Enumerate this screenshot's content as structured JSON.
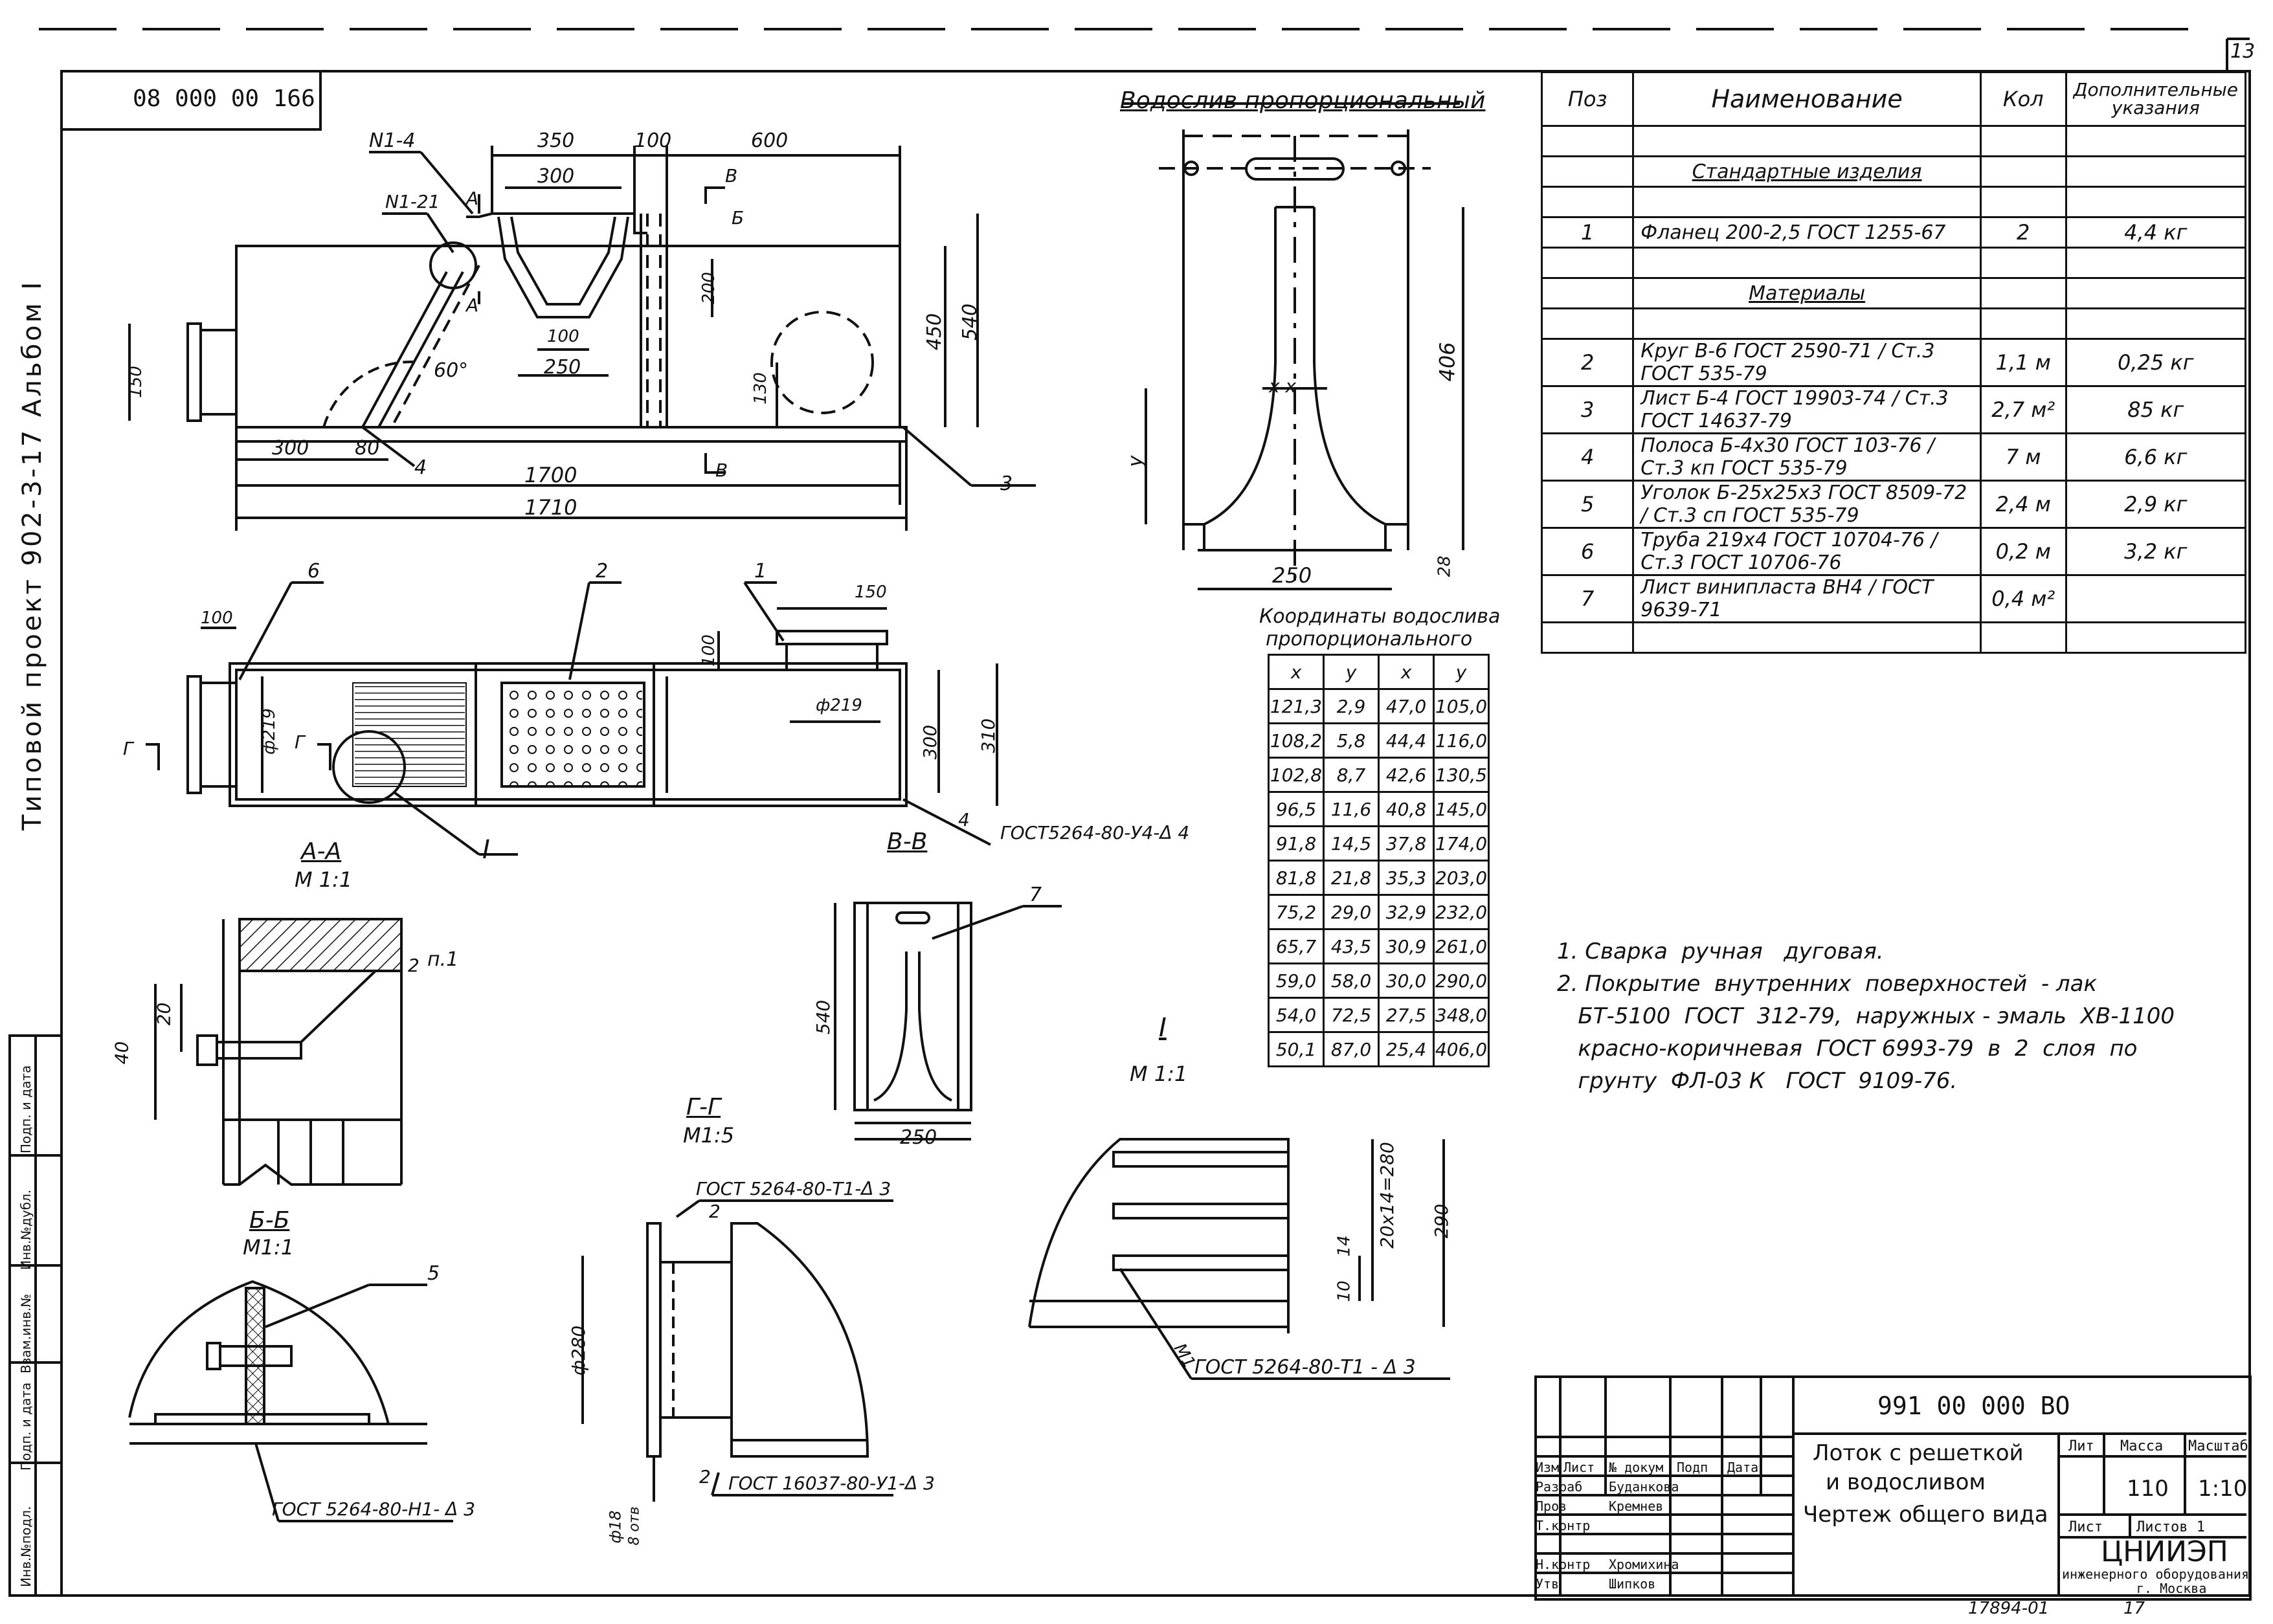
{
  "sheet": {
    "sheet_number": "13",
    "doc_code_top": "08 000 00 166",
    "side_title": "Типовой проект 902-3-17  Альбом I",
    "stamp_columns": [
      "Инв.№подл.",
      "Подп. и дата",
      "Взам.инв.№",
      "Инв.№дубл.",
      "Подп. и дата"
    ],
    "footer_left": "17894-01",
    "footer_right": "17"
  },
  "drawings": {
    "proportional_weir_title": "Водослив пропорциональный",
    "section_aa": "А-А",
    "section_aa_scale": "М 1:1",
    "section_bb": "Б-Б",
    "section_bb_scale": "М1:1",
    "section_vv": "В-В",
    "section_gg": "Г-Г",
    "section_gg_scale": "М1:5",
    "detail_i": "I",
    "detail_i_scale": "М 1:1",
    "coords_title_line1": "Координаты водослива",
    "coords_title_line2": "пропорционального"
  },
  "dimensions": {
    "d350": "350",
    "d100a": "100",
    "d600": "600",
    "d300a": "300",
    "d200": "200",
    "d100b": "100",
    "d250a": "250",
    "d450": "450",
    "d540a": "540",
    "d150a": "150",
    "d60deg": "60°",
    "d130": "130",
    "d300b": "300",
    "d80": "80",
    "d1700": "1700",
    "d1710": "1710",
    "d406": "406",
    "d250b": "250",
    "dy": "у",
    "d28": "28",
    "dxx": "x  x",
    "d100c": "100",
    "d150b": "150",
    "d100d": "100",
    "d219a": "ф219",
    "d219b": "ф219",
    "d300c": "300",
    "d310": "310",
    "d540b": "540",
    "d250c": "250",
    "d20": "20",
    "d40": "40",
    "d280": "ф280",
    "d18": "ф18",
    "d8otv": "8 отв",
    "d20x14": "20х14=280",
    "d290": "290",
    "d14": "14",
    "d10": "10"
  },
  "callouts": {
    "n14": "N1-4",
    "n121": "N1-21",
    "a_top": "А",
    "a_bot": "А",
    "b_top": "Б",
    "v_top": "В",
    "v_bot": "В",
    "g_left": "Г",
    "g_right": "Г",
    "pos1": "1",
    "pos2": "2",
    "pos3": "3",
    "pos4": "4",
    "pos5": "5",
    "pos6": "6",
    "pos7": "7",
    "pos4b": "4",
    "pos2b": "2",
    "pos2c": "2",
    "pos2d": "2",
    "p1": "п.1",
    "roman": "I",
    "weld_44": "ГОСТ5264-80-У4-Δ 4",
    "weld_t1_top": "ГОСТ 5264-80-Т1-Δ 3",
    "weld_y4": "ГОСТ 16037-80-У1-Δ 3",
    "weld_h1": "ГОСТ 5264-80-Н1- Δ 3",
    "weld_t1_det": "ГОСТ 5264-80-Т1 - Δ 3",
    "m1": "М1"
  },
  "spec": {
    "headers": [
      "Поз",
      "Наименование",
      "Кол",
      "Дополнительные указания"
    ],
    "rows": [
      {
        "pos": "",
        "name": "",
        "qty": "",
        "note": ""
      },
      {
        "pos": "",
        "name": "Стандартные изделия",
        "qty": "",
        "note": ""
      },
      {
        "pos": "",
        "name": "",
        "qty": "",
        "note": ""
      },
      {
        "pos": "1",
        "name": "Фланец  200-2,5 ГОСТ 1255-67",
        "qty": "2",
        "note": "4,4 кг"
      },
      {
        "pos": "",
        "name": "",
        "qty": "",
        "note": ""
      },
      {
        "pos": "",
        "name": "Материалы",
        "qty": "",
        "note": ""
      },
      {
        "pos": "",
        "name": "",
        "qty": "",
        "note": ""
      },
      {
        "pos": "2",
        "name": "Круг  В-6 ГОСТ 2590-71 / Ст.3 ГОСТ 535-79",
        "qty": "1,1 м",
        "note": "0,25 кг"
      },
      {
        "pos": "3",
        "name": "Лист  Б-4 ГОСТ 19903-74 / Ст.3 ГОСТ 14637-79",
        "qty": "2,7 м²",
        "note": "85 кг"
      },
      {
        "pos": "4",
        "name": "Полоса  Б-4х30 ГОСТ 103-76 / Ст.3 кп ГОСТ 535-79",
        "qty": "7 м",
        "note": "6,6 кг"
      },
      {
        "pos": "5",
        "name": "Уголок  Б-25х25х3 ГОСТ 8509-72 / Ст.3 сп ГОСТ 535-79",
        "qty": "2,4 м",
        "note": "2,9 кг"
      },
      {
        "pos": "6",
        "name": "Труба  219х4  ГОСТ 10704-76 / Ст.3  ГОСТ 10706-76",
        "qty": "0,2 м",
        "note": "3,2 кг"
      },
      {
        "pos": "7",
        "name": "Лист винипласта ВН4 / ГОСТ 9639-71",
        "qty": "0,4 м²",
        "note": ""
      },
      {
        "pos": "",
        "name": "",
        "qty": "",
        "note": ""
      }
    ]
  },
  "coords": {
    "headers": [
      "х",
      "у",
      "х",
      "у"
    ],
    "rows": [
      [
        "121,3",
        "2,9",
        "47,0",
        "105,0"
      ],
      [
        "108,2",
        "5,8",
        "44,4",
        "116,0"
      ],
      [
        "102,8",
        "8,7",
        "42,6",
        "130,5"
      ],
      [
        "96,5",
        "11,6",
        "40,8",
        "145,0"
      ],
      [
        "91,8",
        "14,5",
        "37,8",
        "174,0"
      ],
      [
        "81,8",
        "21,8",
        "35,3",
        "203,0"
      ],
      [
        "75,2",
        "29,0",
        "32,9",
        "232,0"
      ],
      [
        "65,7",
        "43,5",
        "30,9",
        "261,0"
      ],
      [
        "59,0",
        "58,0",
        "30,0",
        "290,0"
      ],
      [
        "54,0",
        "72,5",
        "27,5",
        "348,0"
      ],
      [
        "50,1",
        "87,0",
        "25,4",
        "406,0"
      ]
    ]
  },
  "notes": [
    "1. Сварка  ручная   дуговая.",
    "2. Покрытие  внутренних  поверхностей  - лак",
    "   БТ-5100  ГОСТ  312-79,  наружных - эмаль  ХВ-1100",
    "   красно-коричневая  ГОСТ 6993-79  в  2  слоя  по",
    "   грунту  ФЛ-03 К   ГОСТ  9109-76."
  ],
  "title_block": {
    "doc_code": "991 00 000 ВО",
    "title_line1": "Лоток с решеткой",
    "title_line2": "и водосливом",
    "title_line3": "Чертеж общего вида",
    "col_izm": "Изм",
    "col_list": "Лист",
    "col_ndoc": "№ докум",
    "col_podp": "Подп",
    "col_data": "Дата",
    "role1": "Разраб",
    "name1": "Буданкова",
    "role2": "Пров",
    "name2": "Кремнев",
    "role3": "Т.контр",
    "name3": "",
    "role4": "Н.контр",
    "name4": "Хромихина",
    "role5": "Утв",
    "name5": "Шипков",
    "lit_label": "Лит",
    "mass_label": "Масса",
    "scale_label": "Масштаб",
    "mass": "110",
    "scale": "1:10",
    "sheet_label": "Лист",
    "sheets_label": "Листов 1",
    "org1": "ЦНИИЭП",
    "org2": "инженерного оборудования",
    "org3": "г. Москва"
  }
}
